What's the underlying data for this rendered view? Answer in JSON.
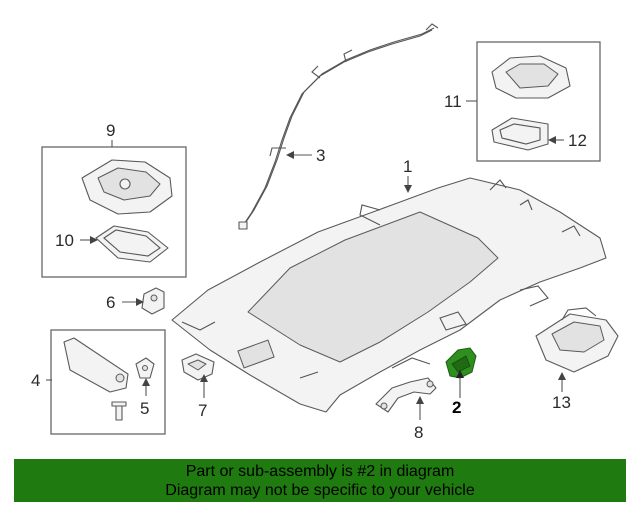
{
  "callouts": [
    {
      "id": "1",
      "label": "1"
    },
    {
      "id": "2",
      "label": "2"
    },
    {
      "id": "3",
      "label": "3"
    },
    {
      "id": "4",
      "label": "4"
    },
    {
      "id": "5",
      "label": "5"
    },
    {
      "id": "6",
      "label": "6"
    },
    {
      "id": "7",
      "label": "7"
    },
    {
      "id": "8",
      "label": "8"
    },
    {
      "id": "9",
      "label": "9"
    },
    {
      "id": "10",
      "label": "10"
    },
    {
      "id": "11",
      "label": "11"
    },
    {
      "id": "12",
      "label": "12"
    },
    {
      "id": "13",
      "label": "13"
    }
  ],
  "highlighted_part": "2",
  "colors": {
    "banner": "#1f7a0f",
    "highlight": "#2f8f1e"
  },
  "banner": {
    "line1": "Part or sub-assembly is #2 in diagram",
    "line2": "Diagram may not be specific to your vehicle"
  }
}
